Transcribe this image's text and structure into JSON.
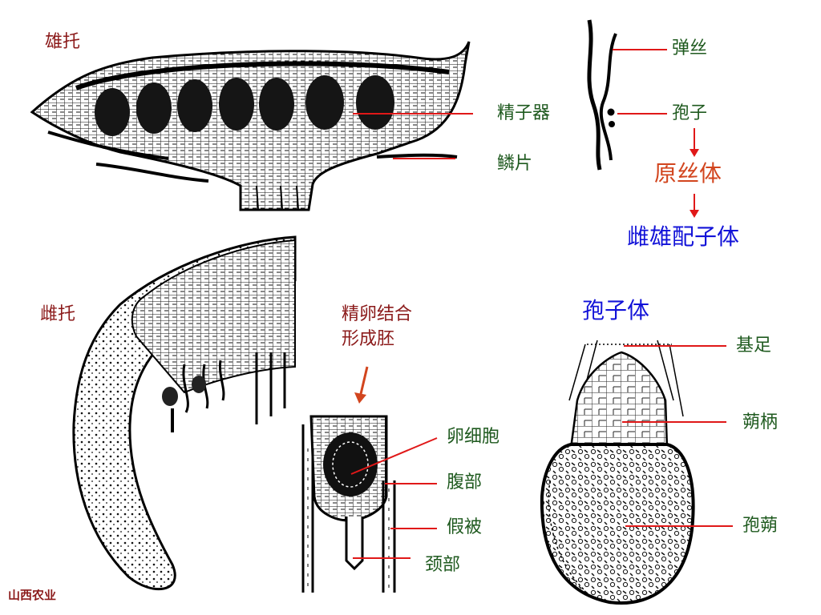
{
  "labels": {
    "antheridiophore": "雄托",
    "archegoniophore": "雌托",
    "antheridium": "精子器",
    "scale": "鳞片",
    "elater": "弹丝",
    "spore": "孢子",
    "protonema": "原丝体",
    "gametophyte": "雌雄配子体",
    "fertilization": "精卵结合\n形成胚",
    "egg_cell": "卵细胞",
    "venter": "腹部",
    "pseudoperianth": "假被",
    "neck": "颈部",
    "sporophyte": "孢子体",
    "foot": "基足",
    "seta": "蒴柄",
    "capsule": "孢蒴",
    "watermark": "山西农业"
  },
  "colors": {
    "title_dark": "#8b1a1a",
    "label_green": "#1f5a1f",
    "accent_orange": "#d2451e",
    "accent_blue": "#1212d8",
    "pointer_red": "#e01818"
  }
}
